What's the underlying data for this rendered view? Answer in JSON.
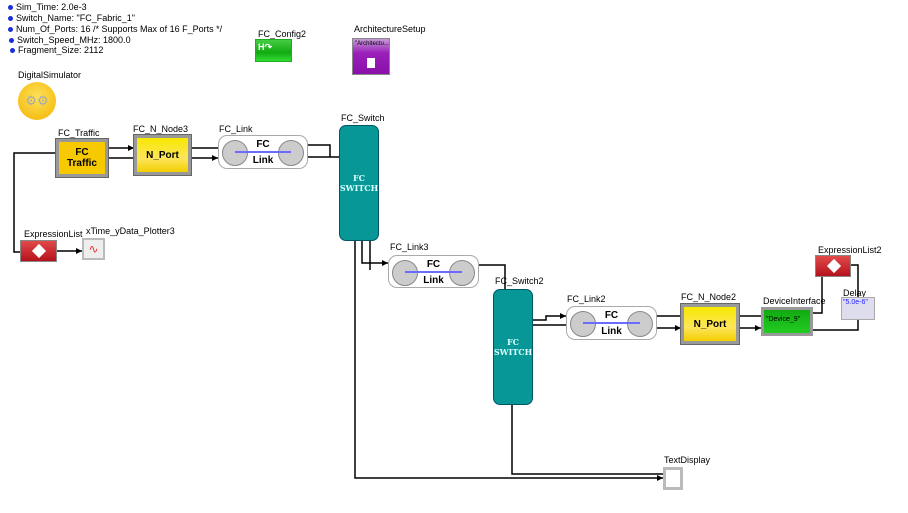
{
  "parameters": [
    "Sim_Time: 2.0e-3",
    "Switch_Name: \"FC_Fabric_1\"",
    "Num_Of_Ports: 16 /* Supports Max of 16 F_Ports */",
    "Switch_Speed_MHz: 1800.0",
    "Fragment_Size: 2112"
  ],
  "blocks": {
    "fc_config2": {
      "label": "FC_Config2"
    },
    "architecture_setup": {
      "label": "ArchitectureSetup",
      "text": "\"Architectu..."
    },
    "digital_simulator": {
      "label": "DigitalSimulator"
    },
    "fc_traffic": {
      "label": "FC_Traffic",
      "text": "FC Traffic"
    },
    "fc_n_node3": {
      "label": "FC_N_Node3",
      "text": "N_Port"
    },
    "fc_link": {
      "label": "FC_Link",
      "text1": "FC",
      "text2": "Link"
    },
    "fc_switch": {
      "label": "FC_Switch",
      "text": "FC SWITCH"
    },
    "expression_list": {
      "label": "ExpressionList"
    },
    "plotter": {
      "label": "xTime_yData_Plotter3"
    },
    "fc_link3": {
      "label": "FC_Link3",
      "text1": "FC",
      "text2": "Link"
    },
    "fc_switch2": {
      "label": "FC_Switch2",
      "text": "FC SWITCH"
    },
    "fc_link2": {
      "label": "FC_Link2",
      "text1": "FC",
      "text2": "Link"
    },
    "fc_n_node2": {
      "label": "FC_N_Node2",
      "text": "N_Port"
    },
    "device_interface": {
      "label": "DeviceInterface",
      "text": "\"Device_9\""
    },
    "expression_list2": {
      "label": "ExpressionList2"
    },
    "delay": {
      "label": "Delay",
      "text": "\"5.0e-6\""
    },
    "text_display": {
      "label": "TextDisplay"
    }
  },
  "colors": {
    "param_dot": "#1a2fd6",
    "switch": "#079797",
    "link_arrow": "#6b6bff"
  }
}
